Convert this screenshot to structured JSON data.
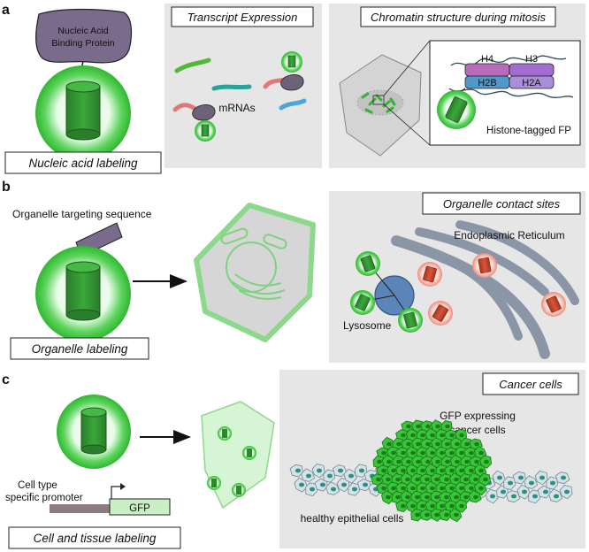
{
  "panels": {
    "a": {
      "letter": "a",
      "protein_label_line1": "Nucleic Acid",
      "protein_label_line2": "Binding Protein",
      "caption": "Nucleic acid labeling",
      "transcript_box_title": "Transcript Expression",
      "mrnas_label": "mRNAs",
      "chromatin_box_title": "Chromatin structure during mitosis",
      "histones": [
        "H4",
        "H3",
        "H2B",
        "H2A"
      ],
      "histone_fp_label": "Histone-tagged FP"
    },
    "b": {
      "letter": "b",
      "targeting_label": "Organelle targeting sequence",
      "caption": "Organelle labeling",
      "contact_box_title": "Organelle contact sites",
      "er_label": "Endoplasmic Reticulum",
      "lysosome_label": "Lysosome"
    },
    "c": {
      "letter": "c",
      "promoter_label_line1": "Cell type",
      "promoter_label_line2": "specific promoter",
      "gfp_label": "GFP",
      "caption": "Cell and tissue labeling",
      "cancer_box_title": "Cancer cells",
      "gfp_cancer_line1": "GFP expressing",
      "gfp_cancer_line2": "cancer cells",
      "healthy_label": "healthy epithelial cells"
    }
  },
  "colors": {
    "panel_bg": "#e6e6e6",
    "fp_green": "#2e8b2e",
    "glow_green": "#3ec63e",
    "protein_purple": "#7a6a8c",
    "lysosome_blue": "#5b84b8",
    "er_gray": "#8a96a6",
    "red_fp": "#c4432a"
  }
}
